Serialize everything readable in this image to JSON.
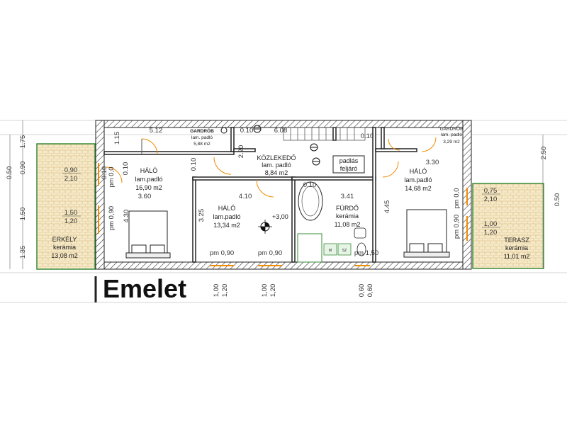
{
  "title": "Emelet",
  "rooms": {
    "gardrob_left": {
      "name": "GARDRÓB",
      "floor": "lam. padló",
      "area": "5,88 m2"
    },
    "kozlekedo": {
      "name": "KÖZLEKEDŐ",
      "floor": "lam. padló",
      "area": "8,84 m2"
    },
    "gardrob_right": {
      "name": "GARDRÓB",
      "floor": "lam. padló",
      "area": "3,29 m2"
    },
    "halo_left": {
      "name": "HÁLÓ",
      "floor": "lam.padló",
      "area": "16,90 m2"
    },
    "halo_mid": {
      "name": "HÁLÓ",
      "floor": "lam.padló",
      "area": "13,34 m2"
    },
    "furdo": {
      "name": "FÜRDŐ",
      "floor": "kerámia",
      "area": "11,08 m2"
    },
    "halo_right": {
      "name": "HÁLÓ",
      "floor": "lam.padló",
      "area": "14,68 m2"
    },
    "erkely": {
      "name": "ERKÉLY",
      "floor": "kerámia",
      "area": "13,08 m2"
    },
    "terasz": {
      "name": "TERASZ",
      "floor": "kerámia",
      "area": "11,01 m2"
    }
  },
  "labels": {
    "padlas": "padlás",
    "feljaro": "feljáró",
    "level": "+3,00",
    "m": "M",
    "sz": "SZ"
  },
  "dims": {
    "d512": "5.12",
    "d010a": "0.10",
    "d608": "6.08",
    "d010b": "0.10",
    "d115": "1.15",
    "d220": "2.20",
    "d010c": "0.10",
    "d010d": "0.10",
    "d360": "3.60",
    "d410": "4.10",
    "d010e": "0.10",
    "d341": "3.41",
    "d330": "3.30",
    "d430": "4.30",
    "d325": "3.25",
    "d445": "4.45",
    "d175": "1.75",
    "d090l": "0.90",
    "d050l": "0.50",
    "d150": "1.50",
    "d135": "1.35",
    "d250": "2.50",
    "d050r": "0.50",
    "d010v": "0.10"
  },
  "windows": {
    "w1a": "0,90",
    "w1b": "2,10",
    "w2a": "1,50",
    "w2b": "1,20",
    "w3a": "0,75",
    "w3b": "2,10",
    "w4a": "1,00",
    "w4b": "1,20",
    "pm00": "pm 0,0",
    "pm090a": "pm 0,90",
    "pm00r": "pm 0,0",
    "pm090r": "pm 0,90",
    "b1": "pm 0,90",
    "b2": "pm 0,90",
    "b3": "pm 1,50",
    "v1a": "1,00",
    "v1b": "1,20",
    "v2a": "1,00",
    "v2b": "1,20",
    "v3a": "0,60",
    "v3b": "0,60"
  }
}
